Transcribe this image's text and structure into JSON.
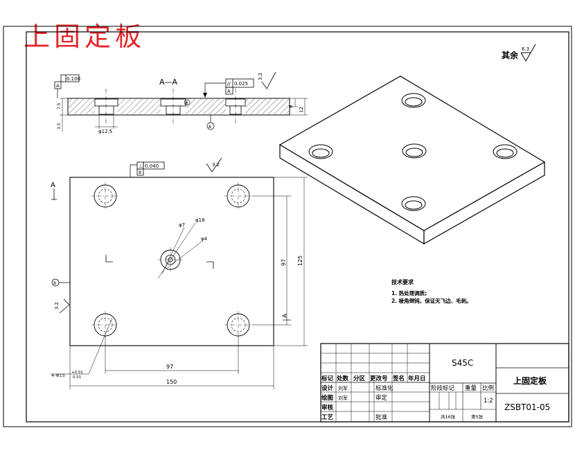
{
  "title": "上固定板",
  "roughness": {
    "other_label": "其余",
    "other_value": "6.3",
    "top_value": "3.2",
    "side_value": "3.2",
    "face_value": "3.2"
  },
  "section": {
    "label": "A—A",
    "flatness_value": "0.100",
    "flatness_datum": "A",
    "parallel_symbol": "//",
    "parallel_value": "0.025",
    "parallel_datum": "A",
    "datum_mark": "A",
    "dims": [
      "6",
      "12",
      "7.5",
      "3.5",
      "φ12.5"
    ]
  },
  "plan": {
    "perp_symbol": "⊥",
    "perp_value": "0.040",
    "perp_datum": "B",
    "datum_mark": "B",
    "cut_label": "A",
    "center_dims": [
      "φ7",
      "φ18",
      "φ4"
    ],
    "dim_97_h": "97",
    "dim_150": "150",
    "dim_97_v": "97",
    "dim_125": "125",
    "hole_callout": "4-Φ15",
    "tol_upper": "+0.01",
    "tol_lower": "0.01"
  },
  "notes": {
    "heading": "技术要求",
    "items": [
      "1. 热处理调质;",
      "2. 棱角倒钝，保证无飞边、毛刺。"
    ]
  },
  "title_block": {
    "material": "S45C",
    "part_name": "上固定板",
    "drawing_no": "ZSBT01-05",
    "header_labels": [
      "标记",
      "处数",
      "分区",
      "更改号",
      "签名",
      "年月日"
    ],
    "row_design": "设计",
    "row_drawing": "绘图",
    "row_audit": "审核",
    "row_process": "工艺",
    "name_design": "刘军",
    "name_drawing": "刘军",
    "std_label": "标准化",
    "check_label": "审定",
    "approve_label": "批准",
    "stage_label": "阶段标记",
    "weight_label": "重量",
    "scale_label": "比例",
    "scale_value": "1:2",
    "sheets_total": "共16张",
    "sheet_no": "第5张"
  }
}
